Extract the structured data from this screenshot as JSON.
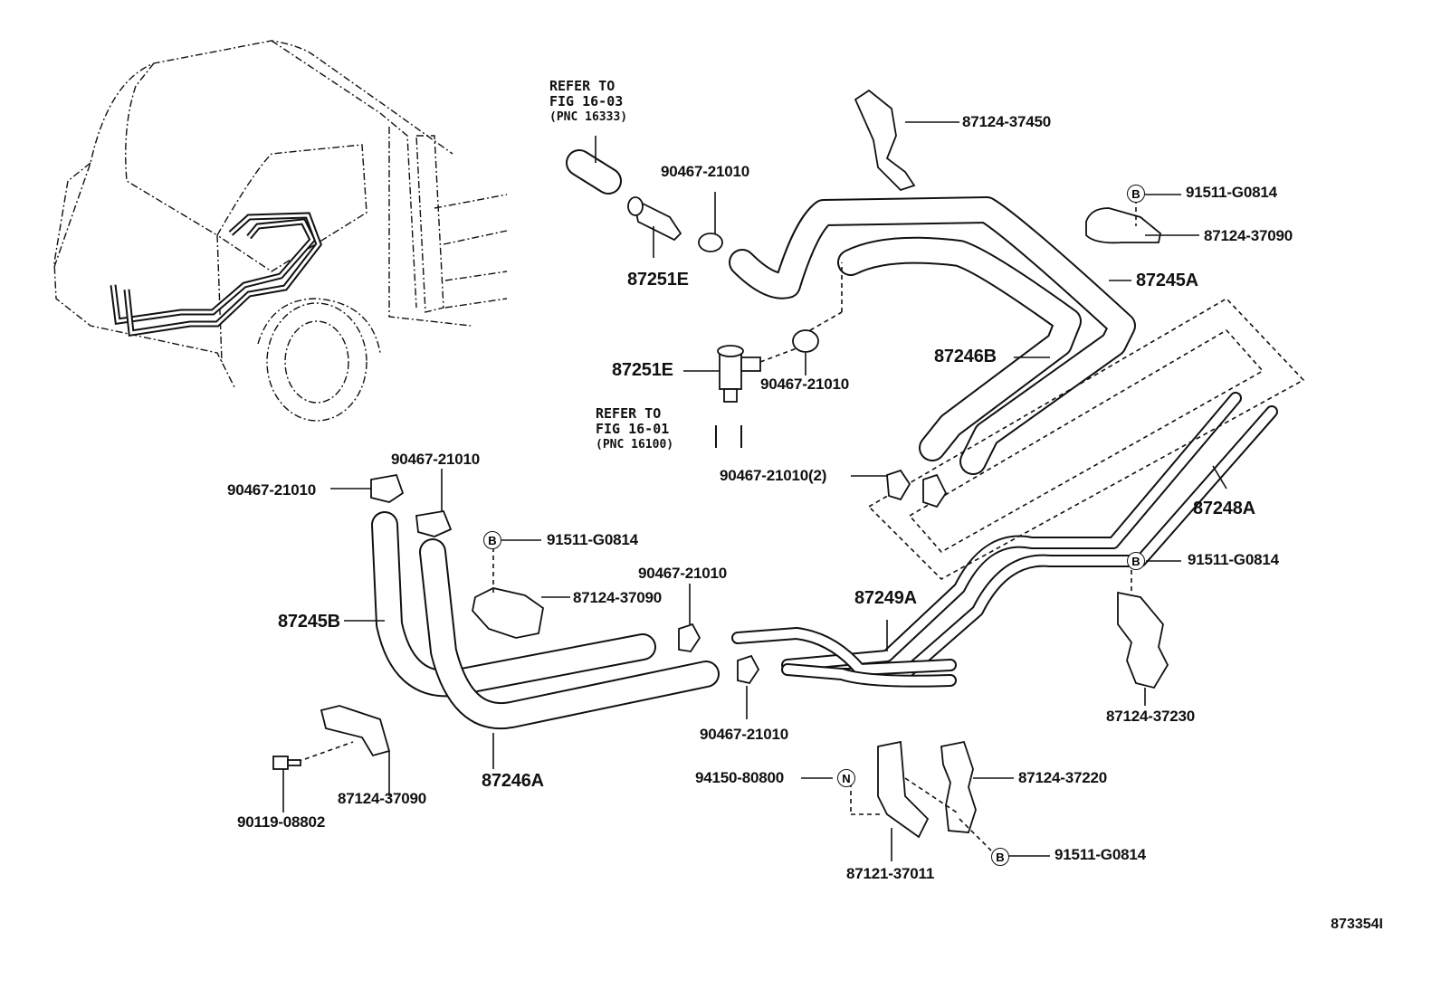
{
  "diagram": {
    "code": "873354I",
    "refs": [
      {
        "line1": "REFER TO",
        "line2": "FIG 16-03",
        "line3": "(PNC 16333)"
      },
      {
        "line1": "REFER TO",
        "line2": "FIG 16-01",
        "line3": "(PNC 16100)"
      }
    ],
    "parts": {
      "p87124_37450": "87124-37450",
      "p90467_21010_top": "90467-21010",
      "p91511_G0814_top": "91511-G0814",
      "p87124_37090_top": "87124-37090",
      "p87251E_top": "87251E",
      "p87245A": "87245A",
      "p87246B": "87246B",
      "p87251E_mid": "87251E",
      "p90467_21010_mid": "90467-21010",
      "p90467_21010_2": "90467-21010(2)",
      "p87248A": "87248A",
      "p90467_21010_left": "90467-21010",
      "p90467_21010_left2": "90467-21010",
      "p91511_G0814_left": "91511-G0814",
      "p87124_37090_left": "87124-37090",
      "p90467_21010_center": "90467-21010",
      "p87249A": "87249A",
      "p91511_G0814_right": "91511-G0814",
      "p87245B": "87245B",
      "p87124_37230": "87124-37230",
      "p90467_21010_low": "90467-21010",
      "p87246A": "87246A",
      "p87124_37090_low": "87124-37090",
      "p90119_08802": "90119-08802",
      "p94150_80800": "94150-80800",
      "p87124_37220": "87124-37220",
      "p91511_G0814_low": "91511-G0814",
      "p87121_37011": "87121-37011"
    },
    "markers": {
      "b": "B",
      "n": "N"
    }
  }
}
